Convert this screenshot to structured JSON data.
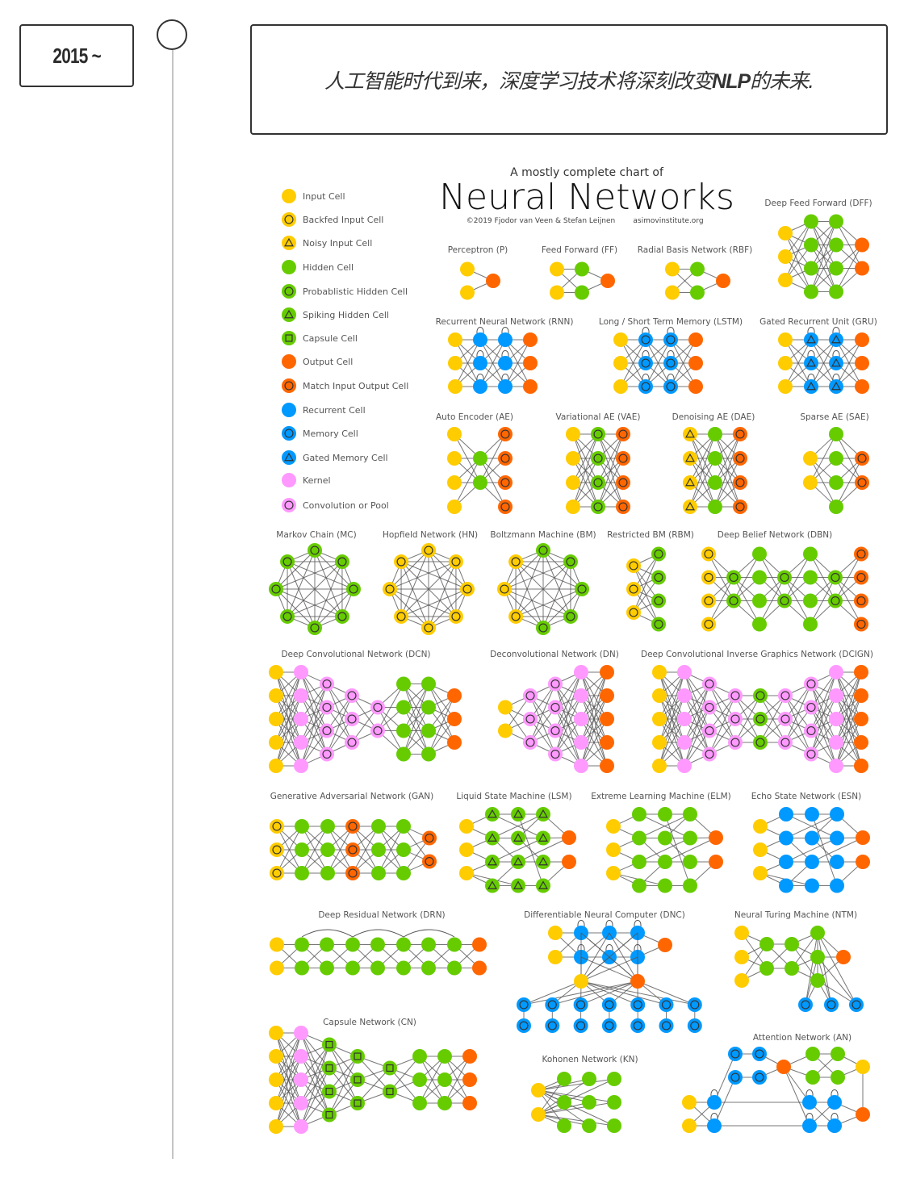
{
  "timeline": {
    "year_label": "2015 ~",
    "description_prefix": "人工智能时代到来，深度学习技术将深刻改变",
    "description_bold": "NLP",
    "description_suffix": "的未来."
  },
  "chart": {
    "subtitle": "A mostly complete chart of",
    "title": "Neural Networks",
    "credit": "©2019 Fjodor van Veen & Stefan Leijnen",
    "website": "asimovinstitute.org"
  },
  "colors": {
    "input": "#ffcc00",
    "hidden": "#66cc00",
    "output": "#ff6600",
    "recurrent": "#0099ff",
    "kernel": "#ff99ff",
    "edge": "#555555"
  },
  "legend": [
    {
      "label": "Input Cell",
      "cell": "input"
    },
    {
      "label": "Backfed Input Cell",
      "cell": "input-circle"
    },
    {
      "label": "Noisy Input Cell",
      "cell": "input-tri"
    },
    {
      "label": "Hidden Cell",
      "cell": "hidden"
    },
    {
      "label": "Probablistic Hidden Cell",
      "cell": "hidden-circle"
    },
    {
      "label": "Spiking Hidden Cell",
      "cell": "hidden-tri"
    },
    {
      "label": "Capsule Cell",
      "cell": "hidden-square"
    },
    {
      "label": "Output Cell",
      "cell": "output"
    },
    {
      "label": "Match Input Output Cell",
      "cell": "output-circle"
    },
    {
      "label": "Recurrent Cell",
      "cell": "recurrent"
    },
    {
      "label": "Memory Cell",
      "cell": "recurrent-circle"
    },
    {
      "label": "Gated Memory Cell",
      "cell": "recurrent-tri"
    },
    {
      "label": "Kernel",
      "cell": "kernel"
    },
    {
      "label": "Convolution or Pool",
      "cell": "kernel-circle"
    }
  ],
  "networks": [
    {
      "id": "p",
      "label": "Perceptron (P)"
    },
    {
      "id": "ff",
      "label": "Feed Forward (FF)"
    },
    {
      "id": "rbf",
      "label": "Radial Basis Network (RBF)"
    },
    {
      "id": "dff",
      "label": "Deep Feed Forward (DFF)"
    },
    {
      "id": "rnn",
      "label": "Recurrent Neural Network (RNN)"
    },
    {
      "id": "lstm",
      "label": "Long / Short Term Memory (LSTM)"
    },
    {
      "id": "gru",
      "label": "Gated Recurrent Unit (GRU)"
    },
    {
      "id": "ae",
      "label": "Auto Encoder (AE)"
    },
    {
      "id": "vae",
      "label": "Variational AE (VAE)"
    },
    {
      "id": "dae",
      "label": "Denoising AE (DAE)"
    },
    {
      "id": "sae",
      "label": "Sparse AE (SAE)"
    },
    {
      "id": "mc",
      "label": "Markov Chain (MC)"
    },
    {
      "id": "hn",
      "label": "Hopfield Network (HN)"
    },
    {
      "id": "bm",
      "label": "Boltzmann Machine (BM)"
    },
    {
      "id": "rbm",
      "label": "Restricted BM (RBM)"
    },
    {
      "id": "dbn",
      "label": "Deep Belief Network (DBN)"
    },
    {
      "id": "dcn",
      "label": "Deep Convolutional Network (DCN)"
    },
    {
      "id": "dn",
      "label": "Deconvolutional Network (DN)"
    },
    {
      "id": "dcign",
      "label": "Deep Convolutional Inverse Graphics Network (DCIGN)"
    },
    {
      "id": "gan",
      "label": "Generative Adversarial Network (GAN)"
    },
    {
      "id": "lsm",
      "label": "Liquid State Machine (LSM)"
    },
    {
      "id": "elm",
      "label": "Extreme Learning Machine (ELM)"
    },
    {
      "id": "esn",
      "label": "Echo State Network (ESN)"
    },
    {
      "id": "drn",
      "label": "Deep Residual Network (DRN)"
    },
    {
      "id": "dnc",
      "label": "Differentiable Neural Computer (DNC)"
    },
    {
      "id": "ntm",
      "label": "Neural Turing Machine (NTM)"
    },
    {
      "id": "cn",
      "label": "Capsule Network (CN)"
    },
    {
      "id": "kn",
      "label": "Kohonen Network (KN)"
    },
    {
      "id": "an",
      "label": "Attention Network (AN)"
    }
  ]
}
